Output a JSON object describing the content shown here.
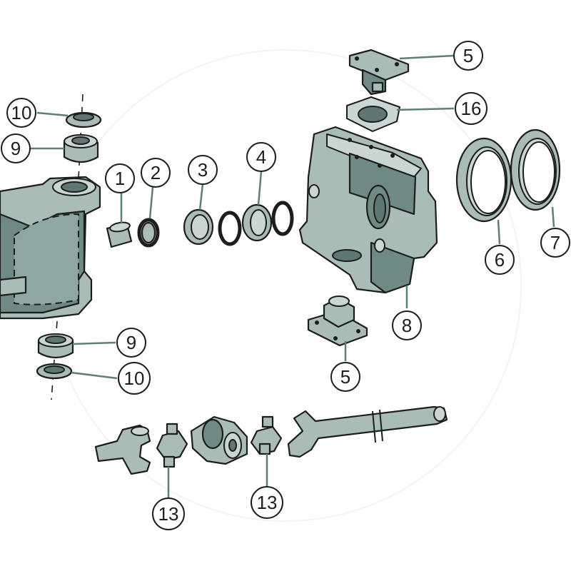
{
  "colors": {
    "part": "#a9bcb8",
    "part_dark": "#6f8985",
    "leader": "#5e7e7a",
    "outline": "#1d1d1d"
  },
  "callouts": {
    "c1": "1",
    "c2": "2",
    "c3": "3",
    "c4": "4",
    "c5_top": "5",
    "c5_bottom": "5",
    "c6": "6",
    "c7": "7",
    "c8": "8",
    "c9_top": "9",
    "c9_bottom": "9",
    "c10_top": "10",
    "c10_bottom": "10",
    "c13_left": "13",
    "c13_right": "13",
    "c16": "16"
  }
}
